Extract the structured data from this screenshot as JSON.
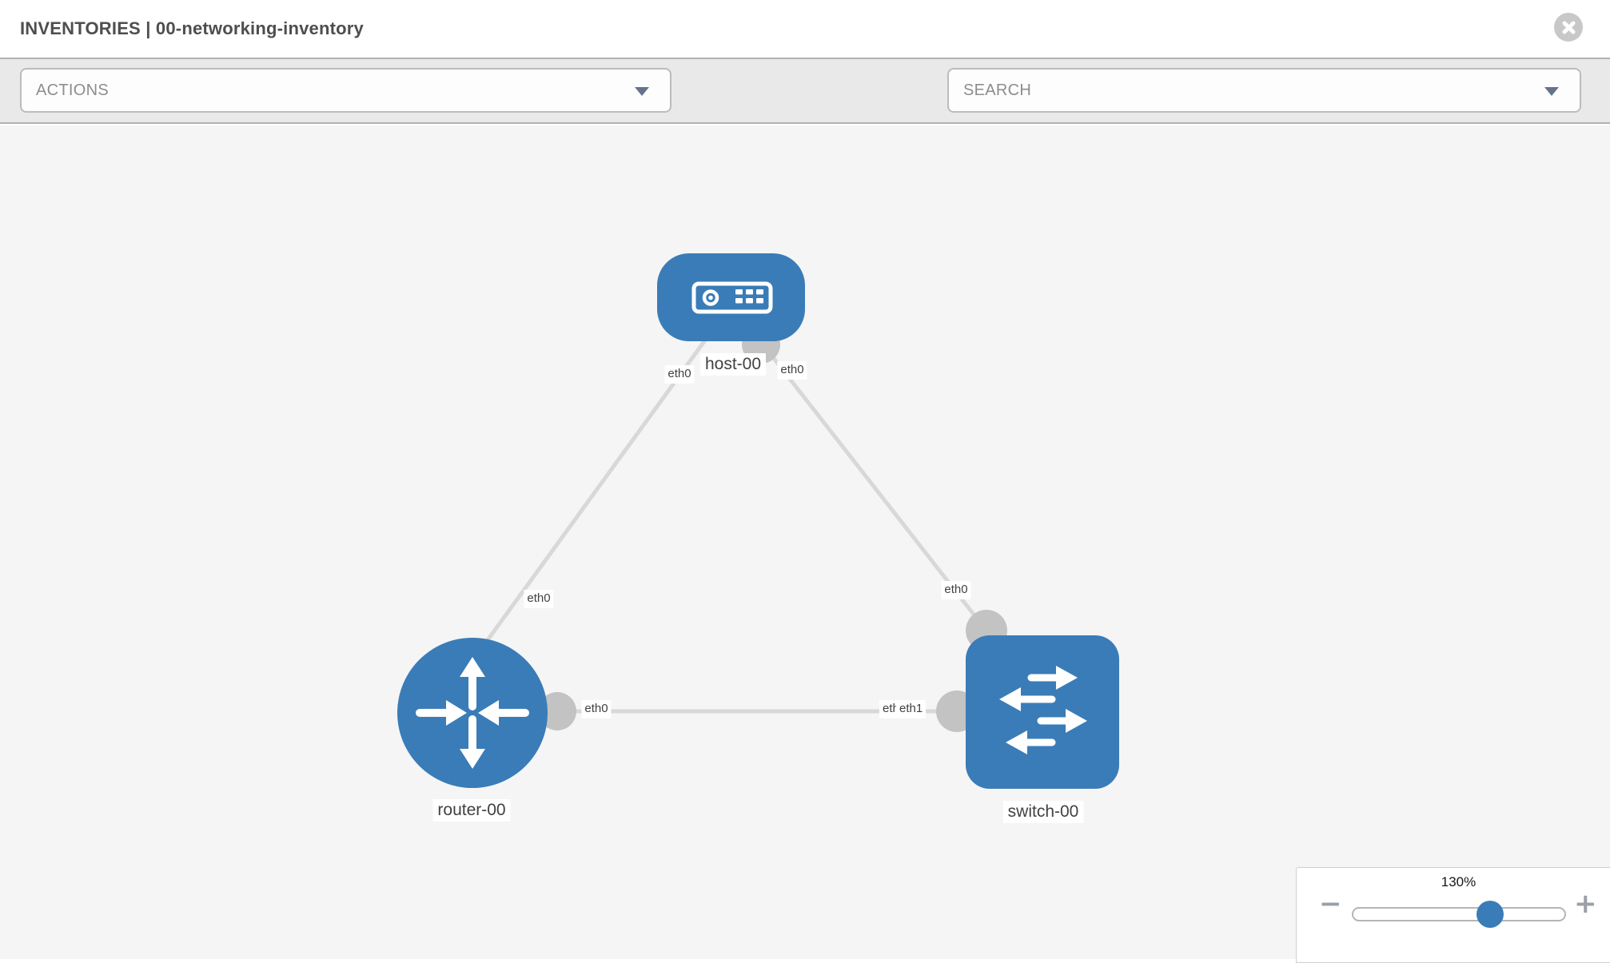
{
  "header": {
    "title": "INVENTORIES | 00-networking-inventory"
  },
  "toolbar": {
    "actions_label": "ACTIONS",
    "search_label": "SEARCH"
  },
  "graph": {
    "nodes": [
      {
        "id": "host-00",
        "type": "host",
        "label": "host-00"
      },
      {
        "id": "router-00",
        "type": "router",
        "label": "router-00"
      },
      {
        "id": "switch-00",
        "type": "switch",
        "label": "switch-00"
      }
    ],
    "links": [
      {
        "from": "router-00",
        "from_interface": "eth0",
        "to": "host-00",
        "to_interface": "eth0"
      },
      {
        "from": "host-00",
        "from_interface": "eth0",
        "to": "switch-00",
        "to_interface": "eth0"
      },
      {
        "from": "router-00",
        "from_interface": "eth0",
        "to": "switch-00",
        "to_interface": "eth1",
        "to_interface_overlapped": "eth0"
      }
    ]
  },
  "zoom_control": {
    "level": "130%",
    "minus_label": "−",
    "plus_label": "+"
  },
  "colors": {
    "node_blue": "#3a7cb8",
    "link_gray": "#d8d8d8",
    "endpoint_gray": "#c3c3c3",
    "canvas_bg": "#f5f5f5",
    "toolbar_bg": "#e9e9e9",
    "tool_icon_gray": "#7e8a95"
  }
}
